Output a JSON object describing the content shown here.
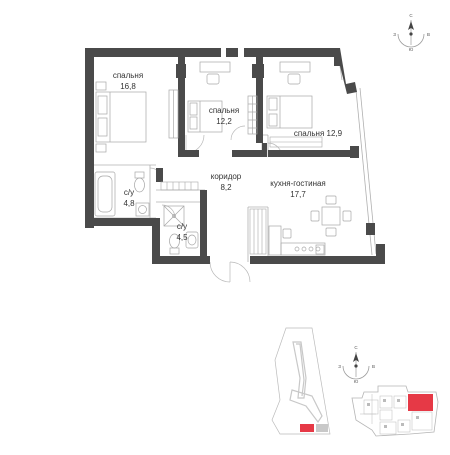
{
  "rooms": [
    {
      "id": "bedroom-1",
      "name": "спальня",
      "area": "16,8"
    },
    {
      "id": "bedroom-2",
      "name": "спальня",
      "area": "12,2"
    },
    {
      "id": "bedroom-3",
      "name": "спальня 12,9"
    },
    {
      "id": "corridor",
      "name": "коридор",
      "area": "8,2"
    },
    {
      "id": "kitchen-living",
      "name": "кухня-гостиная",
      "area": "17,7"
    },
    {
      "id": "bathroom-1",
      "name": "с/у",
      "area": "4,8"
    },
    {
      "id": "bathroom-2",
      "name": "с/у",
      "area": "4,5"
    }
  ],
  "compass_top": {
    "north": "С",
    "south": "Ю",
    "west": "З",
    "east": "В",
    "icon": "compass-icon"
  },
  "compass_bottom": {
    "north": "С",
    "south": "Ю",
    "west": "З",
    "east": "В",
    "icon": "compass-icon"
  },
  "colors": {
    "wall": "#4a4a4a",
    "line": "#b5b5b5",
    "highlight": "#e63946",
    "building": "#d8d8d8"
  }
}
